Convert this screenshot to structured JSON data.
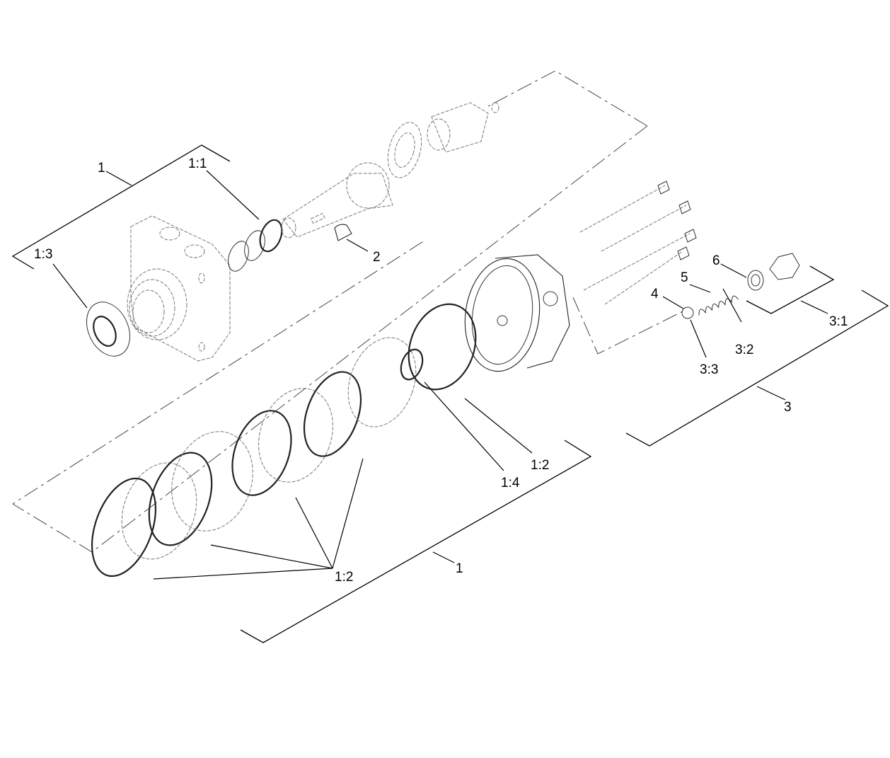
{
  "diagram": {
    "type": "exploded-parts-view",
    "callouts": {
      "assembly_1_top": "1",
      "seal_kit_1_1": "1:1",
      "shaft_seal_1_3": "1:3",
      "key_2": "2",
      "ball_4": "4",
      "spring_5": "5",
      "washer_6": "6",
      "kit_3_1": "3:1",
      "spring_3_2": "3:2",
      "ball_3_3": "3:3",
      "kit_3": "3",
      "oring_1_2_right": "1:2",
      "oring_1_4": "1:4",
      "oring_1_2_group": "1:2",
      "assembly_1_bottom": "1"
    }
  }
}
